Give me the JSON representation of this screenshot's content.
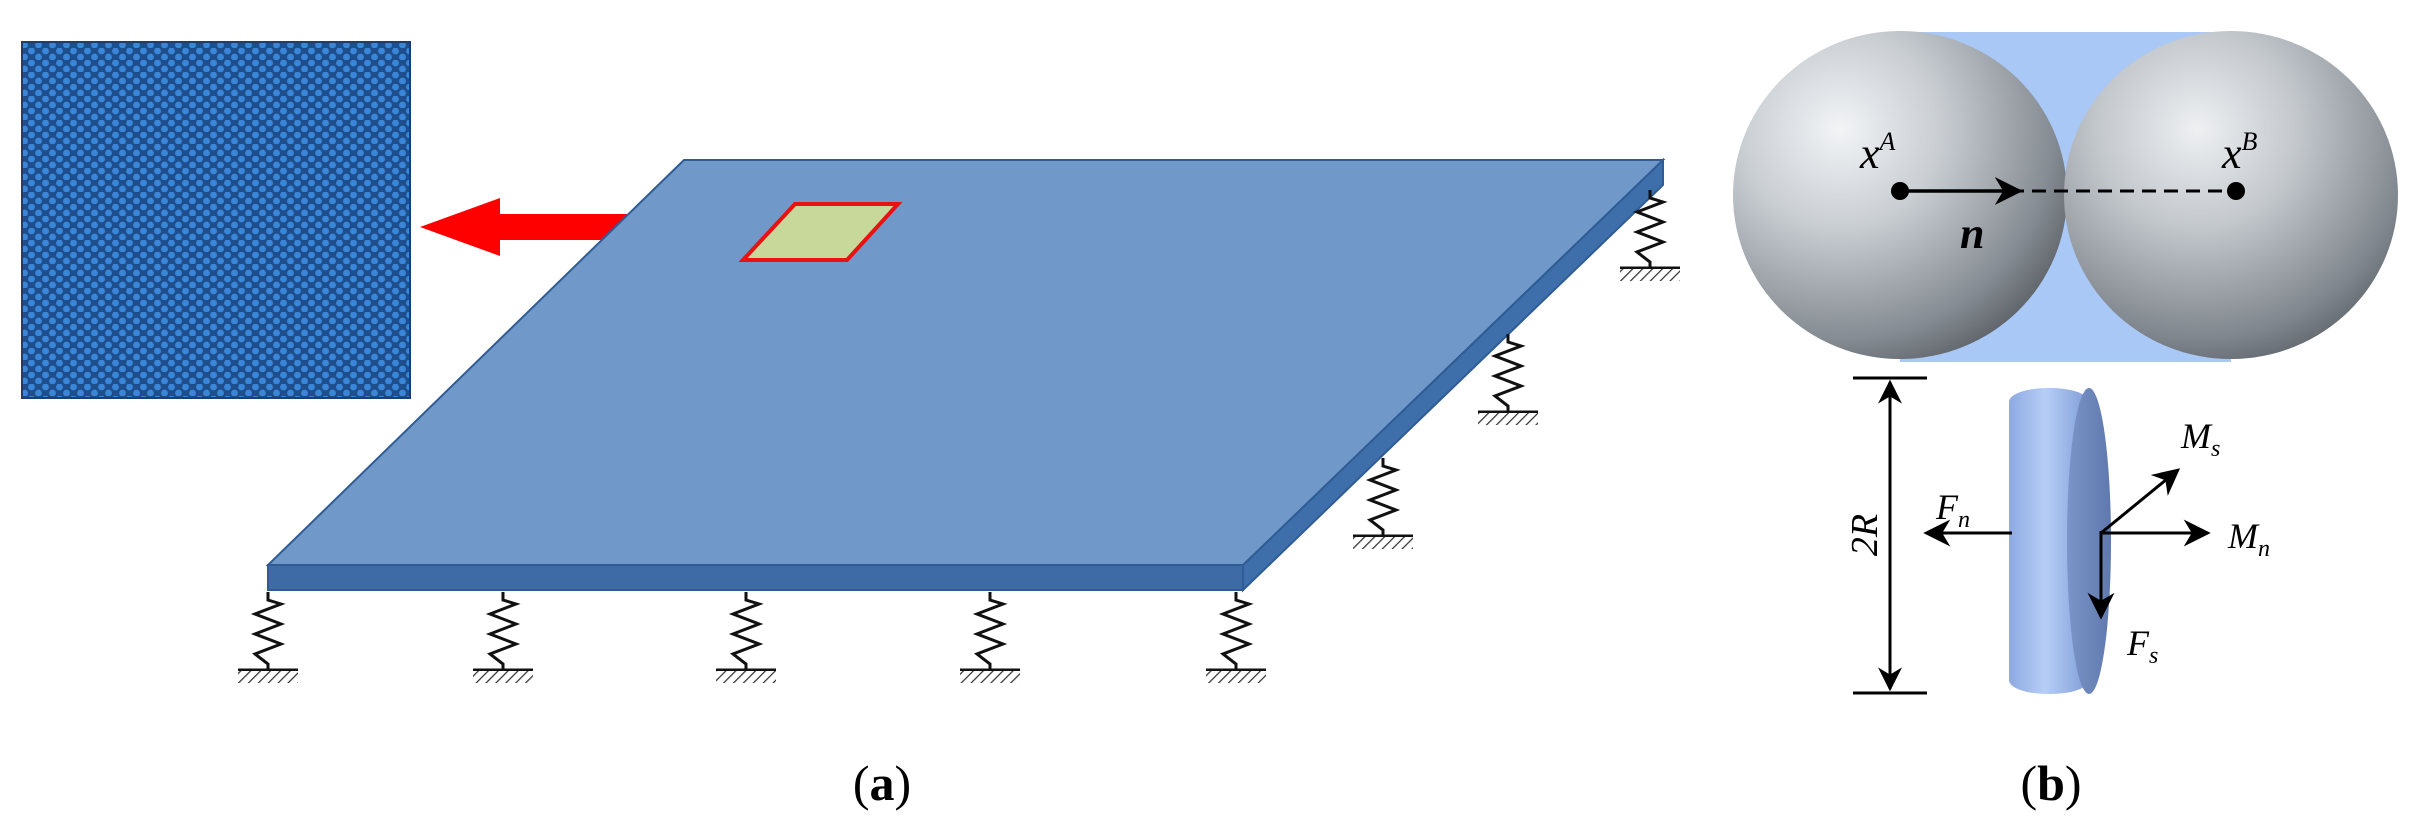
{
  "colors": {
    "plate_top": "#7099C9",
    "plate_edge": "#3E6BA5",
    "plate_stroke": "#2F5C94",
    "lattice_bg": "#1E4E8C",
    "lattice_dot": "#3A86D9",
    "arrow": "#FF0000",
    "patch_fill": "#C8D89A",
    "patch_stroke": "#E81212",
    "sphere_dark": "#4A4F55",
    "sphere_light": "#F2F4F6",
    "bond_cylinder": "#A9C8F5",
    "disk": "#9BB9EE"
  },
  "icons": {
    "spring": "spring-support-icon",
    "ground": "ground-hatch-icon"
  },
  "panel_a": {
    "caption_open": "(",
    "caption_letter": "a",
    "caption_close": ")"
  },
  "panel_b": {
    "caption_open": "(",
    "caption_letter": "b",
    "caption_close": ")",
    "particle_a_base": "x",
    "particle_a_sup": "A",
    "particle_b_base": "x",
    "particle_b_sup": "B",
    "normal_vector": "n",
    "diameter_label": "2R",
    "fn_base": "F",
    "fn_sub": "n",
    "fs_base": "F",
    "fs_sub": "s",
    "mn_base": "M",
    "mn_sub": "n",
    "ms_base": "M",
    "ms_sub": "s"
  }
}
